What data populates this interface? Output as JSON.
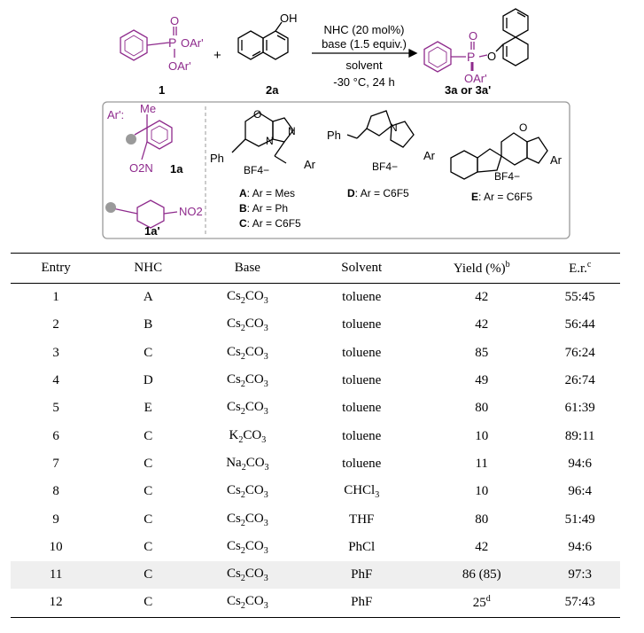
{
  "colors": {
    "purple": "#8e2a8c",
    "panel_border": "#9a9a9a",
    "panel_fill": "#ffffff",
    "highlight": "#efefef"
  },
  "scheme": {
    "compound1": {
      "substituent_top": "O",
      "group_right": "OAr'",
      "group_bottom": "OAr'",
      "label": "1"
    },
    "plus": "+",
    "compound2": {
      "substituent": "OH",
      "label": "2a"
    },
    "arrow": {
      "above_line1": "NHC (20 mol%)",
      "above_line2": "base (1.5 equiv.)",
      "below_line1": "solvent",
      "below_line2": "-30 °C, 24 h"
    },
    "product": {
      "substituent_top": "O",
      "group_bottom": "OAr'",
      "label": "3a or 3a'"
    },
    "panel": {
      "ar_prefix": "Ar':",
      "ar1": {
        "substituent1": "Me",
        "substituent2": "O2N",
        "label": "1a"
      },
      "ar2": {
        "substituent": "NO2",
        "label": "1a'"
      },
      "catA": {
        "ph": "Ph",
        "bf4": "BF4−",
        "ar": "Ar",
        "caption_A": "Ar = Mes",
        "caption_B": "Ar = Ph",
        "caption_C": "Ar = C6F5"
      },
      "catD": {
        "ph": "Ph",
        "bf4": "BF4−",
        "ar": "Ar",
        "caption": "Ar = C6F5"
      },
      "catE": {
        "bf4": "BF4−",
        "ar": "Ar",
        "caption": "Ar = C6F5"
      },
      "labels": {
        "A": "A",
        "B": "B",
        "C": "C",
        "D": "D",
        "E": "E"
      }
    }
  },
  "table": {
    "headers": [
      "Entry",
      "NHC",
      "Base",
      "Solvent",
      "Yield (%)",
      "E.r."
    ],
    "header_sups": {
      "yield": "b",
      "er": "c"
    },
    "rows": [
      [
        "1",
        "A",
        "Cs2CO3",
        "toluene",
        "42",
        "55:45"
      ],
      [
        "2",
        "B",
        "Cs2CO3",
        "toluene",
        "42",
        "56:44"
      ],
      [
        "3",
        "C",
        "Cs2CO3",
        "toluene",
        "85",
        "76:24"
      ],
      [
        "4",
        "D",
        "Cs2CO3",
        "toluene",
        "49",
        "26:74"
      ],
      [
        "5",
        "E",
        "Cs2CO3",
        "toluene",
        "80",
        "61:39"
      ],
      [
        "6",
        "C",
        "K2CO3",
        "toluene",
        "10",
        "89:11"
      ],
      [
        "7",
        "C",
        "Na2CO3",
        "toluene",
        "11",
        "94:6"
      ],
      [
        "8",
        "C",
        "Cs2CO3",
        "CHCl3",
        "10",
        "96:4"
      ],
      [
        "9",
        "C",
        "Cs2CO3",
        "THF",
        "80",
        "51:49"
      ],
      [
        "10",
        "C",
        "Cs2CO3",
        "PhCl",
        "42",
        "94:6"
      ],
      [
        "11",
        "C",
        "Cs2CO3",
        "PhF",
        "86 (85)",
        "97:3"
      ],
      [
        "12",
        "C",
        "Cs2CO3",
        "PhF",
        "25",
        "57:43"
      ]
    ],
    "footnote_d": "d"
  }
}
